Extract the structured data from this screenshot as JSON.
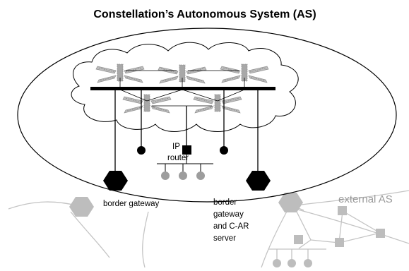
{
  "diagram": {
    "title": "Constellation’s Autonomous System (AS)",
    "labels": {
      "ip_router_line1": "IP",
      "ip_router_line2": "router",
      "border_gateway": "border gateway",
      "border_gateway_car_line1": "border",
      "border_gateway_car_line2": "gateway",
      "border_gateway_car_line3": "and C-AR",
      "border_gateway_car_line4": "server",
      "external_as": "external AS"
    },
    "colors": {
      "ink": "#000000",
      "external_gray": "#bdbdbd",
      "external_text": "#9a9a9a",
      "host_gray": "#a0a0a0",
      "satellite_gray": "#a8a8a8"
    },
    "icons": {
      "satellite": "satellite-icon",
      "gateway": "hexagon-icon",
      "router": "square-icon",
      "host": "circle-icon"
    }
  }
}
